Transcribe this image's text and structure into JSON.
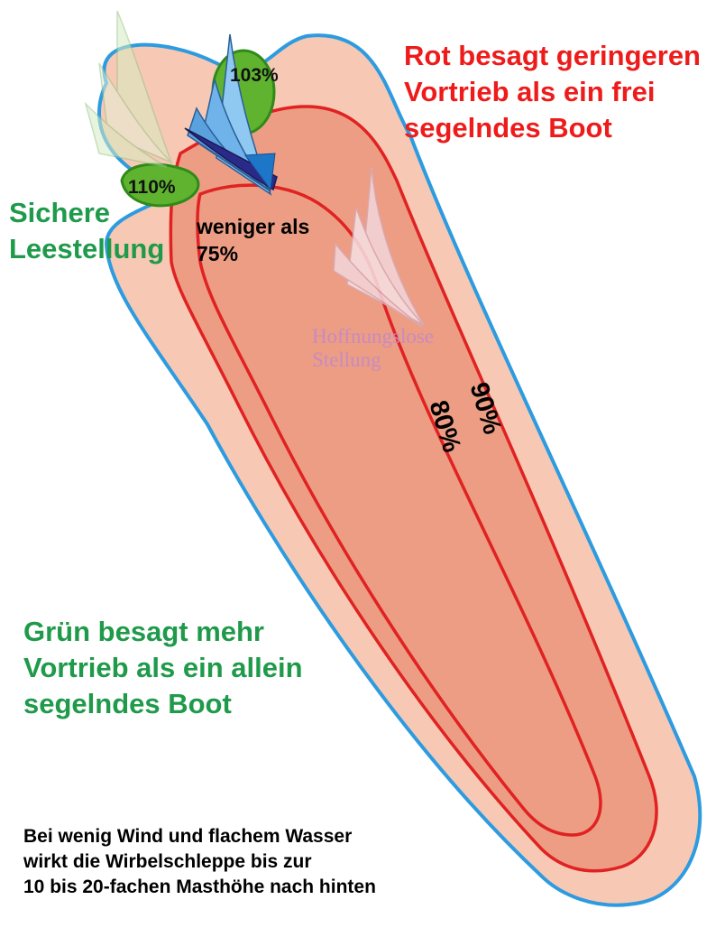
{
  "colors": {
    "outer_zone_fill": "#f7c9b4",
    "outer_zone_border": "#2d9be0",
    "inner_zone_fill": "#ec9d84",
    "contour_line": "#e02222",
    "green_zone_fill": "#5fb32f",
    "green_zone_border": "#2f8a1a",
    "red_text": "#ee1b1b",
    "green_text": "#1f9a4a",
    "hopeless_text": "#c78bc0"
  },
  "labels": {
    "red_note": [
      "Rot besagt geringeren",
      "Vortrieb als ein frei",
      "segelndes Boot"
    ],
    "green_note": [
      "Grün besagt mehr",
      "Vortrieb als ein allein",
      "segelndes Boot"
    ],
    "safe_leeward": [
      "Sichere",
      "Leestellung"
    ],
    "less_than": [
      "weniger als",
      "75%"
    ],
    "hopeless": [
      "Hoffnungslose",
      "Stellung"
    ],
    "zone_103": "103%",
    "zone_110": "110%",
    "contour_80": "80%",
    "contour_90": "90%",
    "footnote": [
      "Bei wenig Wind und flachem Wasser",
      "wirkt die Wirbelschleppe bis zur",
      "10 bis 20-fachen Masthöhe nach hinten"
    ]
  },
  "icons": [
    "ghost-sailboat-icon",
    "main-sailboat-icon",
    "hopeless-sailboat-icon"
  ]
}
